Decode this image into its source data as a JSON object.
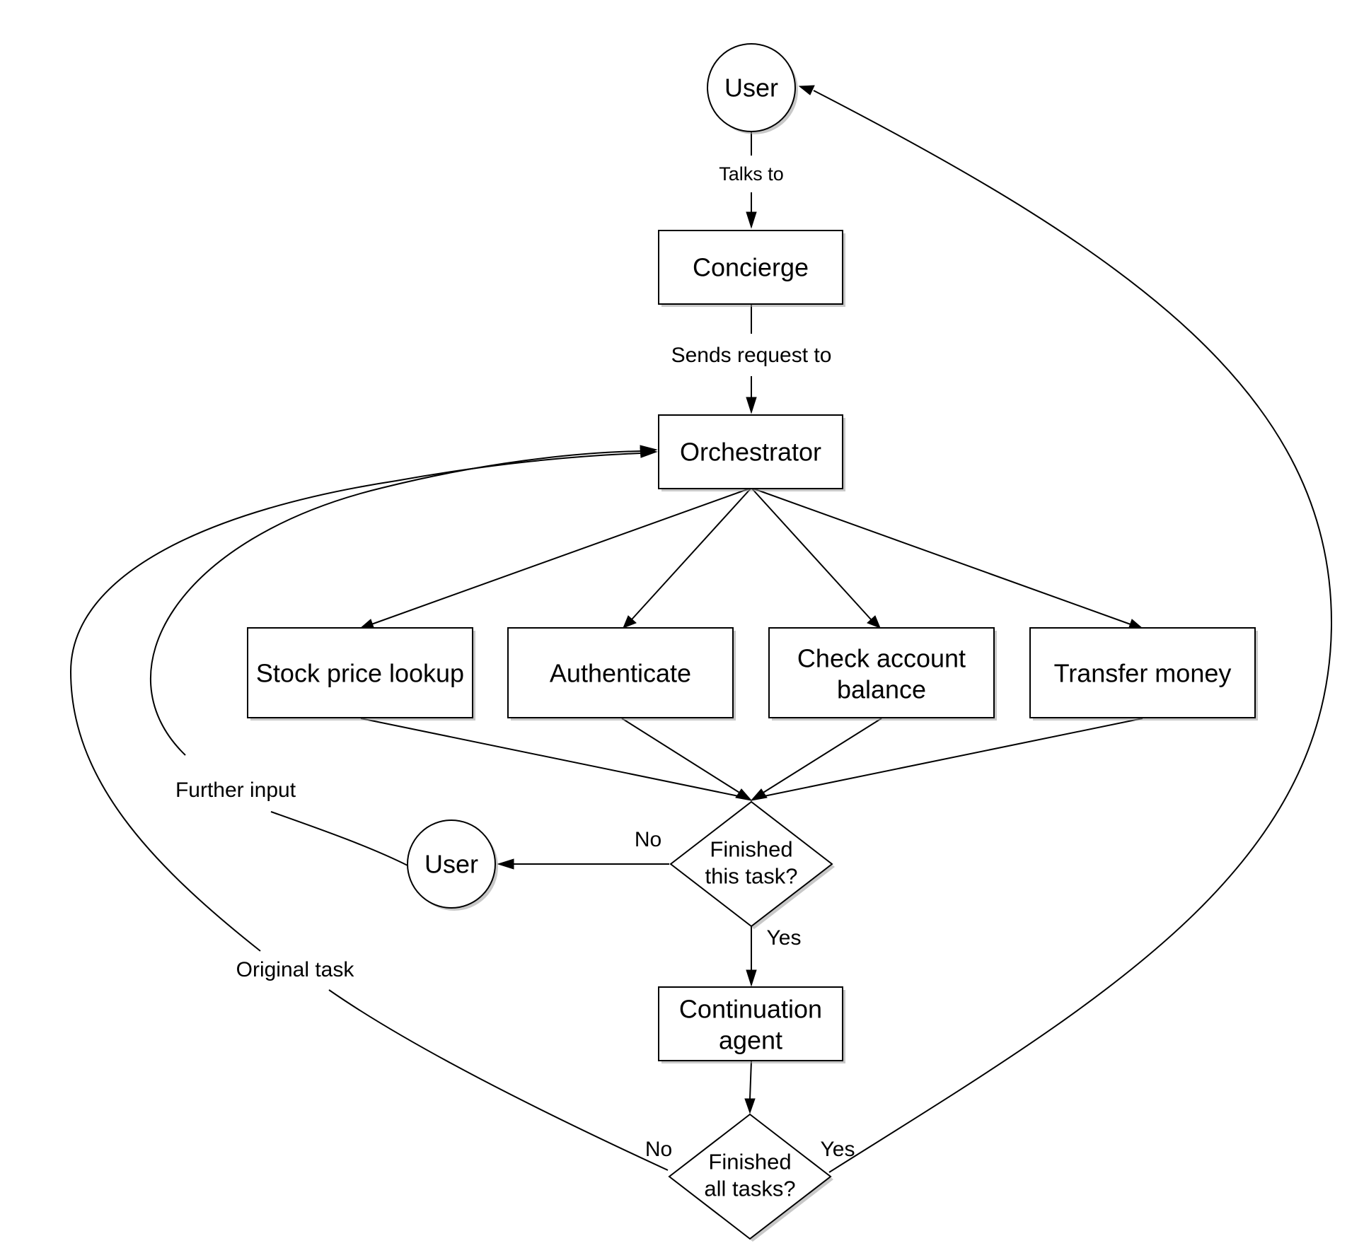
{
  "nodes": {
    "user_top": "User",
    "concierge": "Concierge",
    "orchestrator": "Orchestrator",
    "stock_price_lookup": "Stock price lookup",
    "authenticate": "Authenticate",
    "check_account_balance": [
      "Check account",
      "balance"
    ],
    "transfer_money": "Transfer money",
    "finished_this_task": [
      "Finished",
      "this task?"
    ],
    "user_middle": "User",
    "continuation_agent": [
      "Continuation",
      "agent"
    ],
    "finished_all_tasks": [
      "Finished",
      "all tasks?"
    ]
  },
  "edge_labels": {
    "talks_to": "Talks to",
    "sends_request_to": "Sends request to",
    "further_input": "Further input",
    "no_this_task": "No",
    "yes_this_task": "Yes",
    "original_task": "Original task",
    "no_all_tasks": "No",
    "yes_all_tasks": "Yes"
  }
}
